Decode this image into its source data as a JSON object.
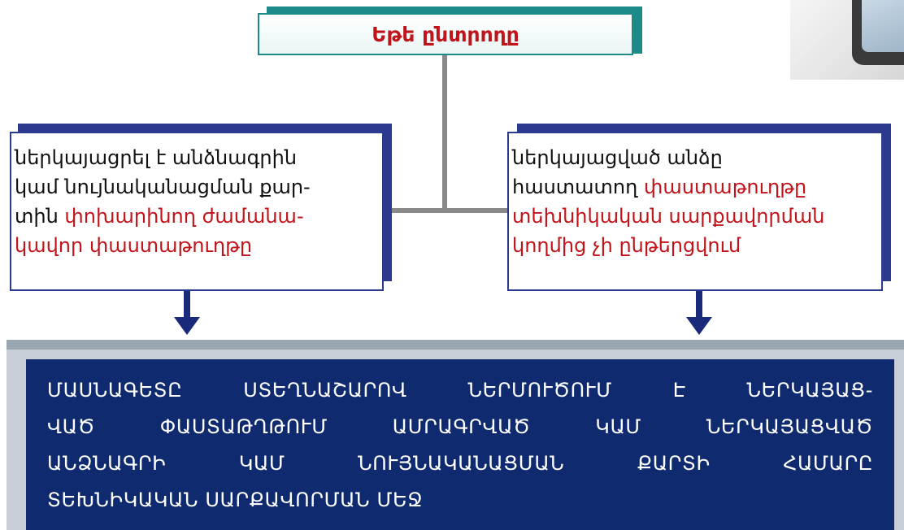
{
  "diagram": {
    "title": "Եթե ընտրողը",
    "left_box": {
      "lines": [
        {
          "black": "ներկայացրել է անձնագրին",
          "red": ""
        },
        {
          "black": "կամ նույնականացման քար-",
          "red": ""
        },
        {
          "black": "տին ",
          "red": "փոխարինող ժամանա-"
        },
        {
          "black": "",
          "red": "կավոր փաստաթուղթը"
        }
      ]
    },
    "right_box": {
      "lines": [
        {
          "black": "ներկայացված անձը",
          "red": ""
        },
        {
          "black": "հաստատող ",
          "red": "փաստաթուղթը"
        },
        {
          "black": "",
          "red": "տեխնիկական սարքավորման"
        },
        {
          "black": "",
          "red": "կողմից չի ընթերցվում"
        }
      ]
    },
    "conclusion": {
      "lines": [
        "ՄԱՍՆԱԳԵՏԸ ՍՏԵՂՆԱՇԱՐՈՎ ՆԵՐՄՈՒԾՈՒՄ Է ՆԵՐԿԱՅԱՑ-",
        "ՎԱԾ ՓԱՍՏԱԹՂԹՈՒՄ ԱՄՐԱԳՐՎԱԾ ԿԱՄ ՆԵՐԿԱՅԱՑՎԱԾ",
        "ԱՆՁՆԱԳՐԻ ԿԱՄ ՆՈՒՅՆԱԿԱՆԱՑՄԱՆ ՔԱՐՏԻ ՀԱՄԱՐԸ",
        "ՏԵԽՆԻԿԱԿԱՆ ՍԱՐՔԱՎՈՐՄԱՆ ՄԵՋ"
      ]
    },
    "colors": {
      "title_text": "#c0141a",
      "title_border": "#1d8a8a",
      "box_border": "#2b3a8e",
      "highlight_text": "#c0141a",
      "conclusion_bg": "#0f2a6e",
      "arrow": "#1a2a7a"
    }
  }
}
